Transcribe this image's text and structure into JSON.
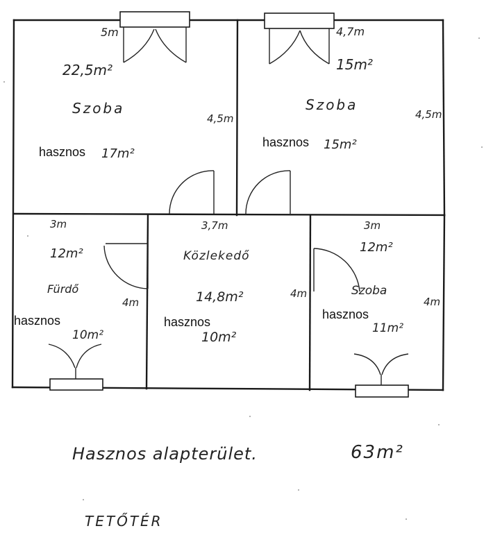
{
  "rooms": {
    "room_left": {
      "dim_top": "5m",
      "area": "22,5m²",
      "name": "Szoba",
      "dim_side": "4,5m",
      "usable_label": "hasznos",
      "usable_area": "17m²"
    },
    "room_right": {
      "dim_top": "4,7m",
      "area": "15m²",
      "name": "Szoba",
      "dim_side": "4,5m",
      "usable_label": "hasznos",
      "usable_area": "15m²"
    },
    "bathroom": {
      "dim_top": "3m",
      "area": "12m²",
      "name": "Fürdő",
      "dim_side": "4m",
      "usable_label": "hasznos",
      "usable_area": "10m²"
    },
    "hallway": {
      "dim_top": "3,7m",
      "name": "Közlekedő",
      "area": "14,8m²",
      "dim_side": "4m",
      "usable_label": "hasznos",
      "usable_area": "10m²"
    },
    "room_small": {
      "dim_top": "3m",
      "area": "12m²",
      "name": "Szoba",
      "dim_side": "4m",
      "usable_label": "hasznos",
      "usable_area": "11m²"
    }
  },
  "footer": {
    "total_label": "Hasznos alapterület.",
    "total_value": "63m²",
    "floor_name": "TETŐTÉR"
  }
}
